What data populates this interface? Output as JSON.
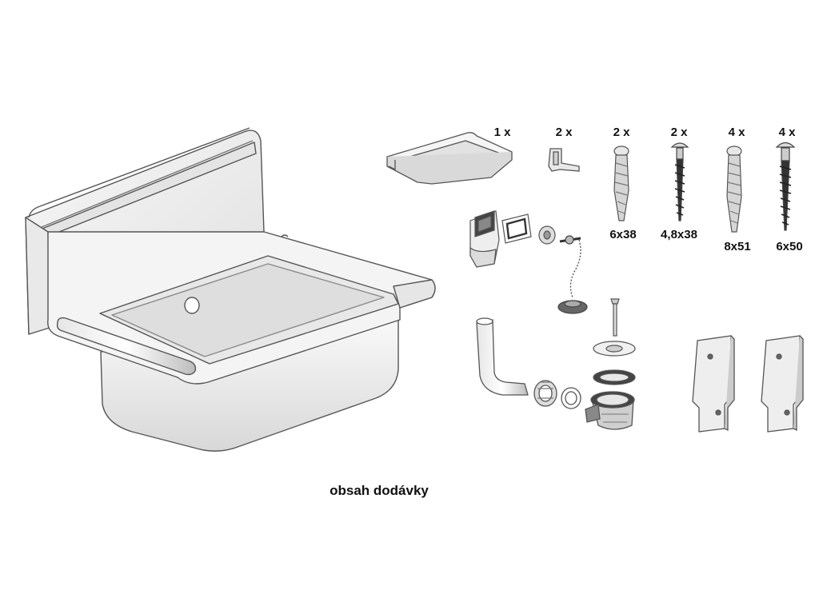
{
  "caption": "obsah dodávky",
  "parts": [
    {
      "qty": "1 x",
      "size": ""
    },
    {
      "qty": "2 x",
      "size": ""
    },
    {
      "qty": "2 x",
      "size": "6x38"
    },
    {
      "qty": "2 x",
      "size": "4,8x38"
    },
    {
      "qty": "4 x",
      "size": "8x51"
    },
    {
      "qty": "4 x",
      "size": "6x50"
    }
  ],
  "colors": {
    "stroke": "#555555",
    "fill": "#f2f2f2",
    "shade": "#d9d9d9",
    "dark": "#333333"
  }
}
